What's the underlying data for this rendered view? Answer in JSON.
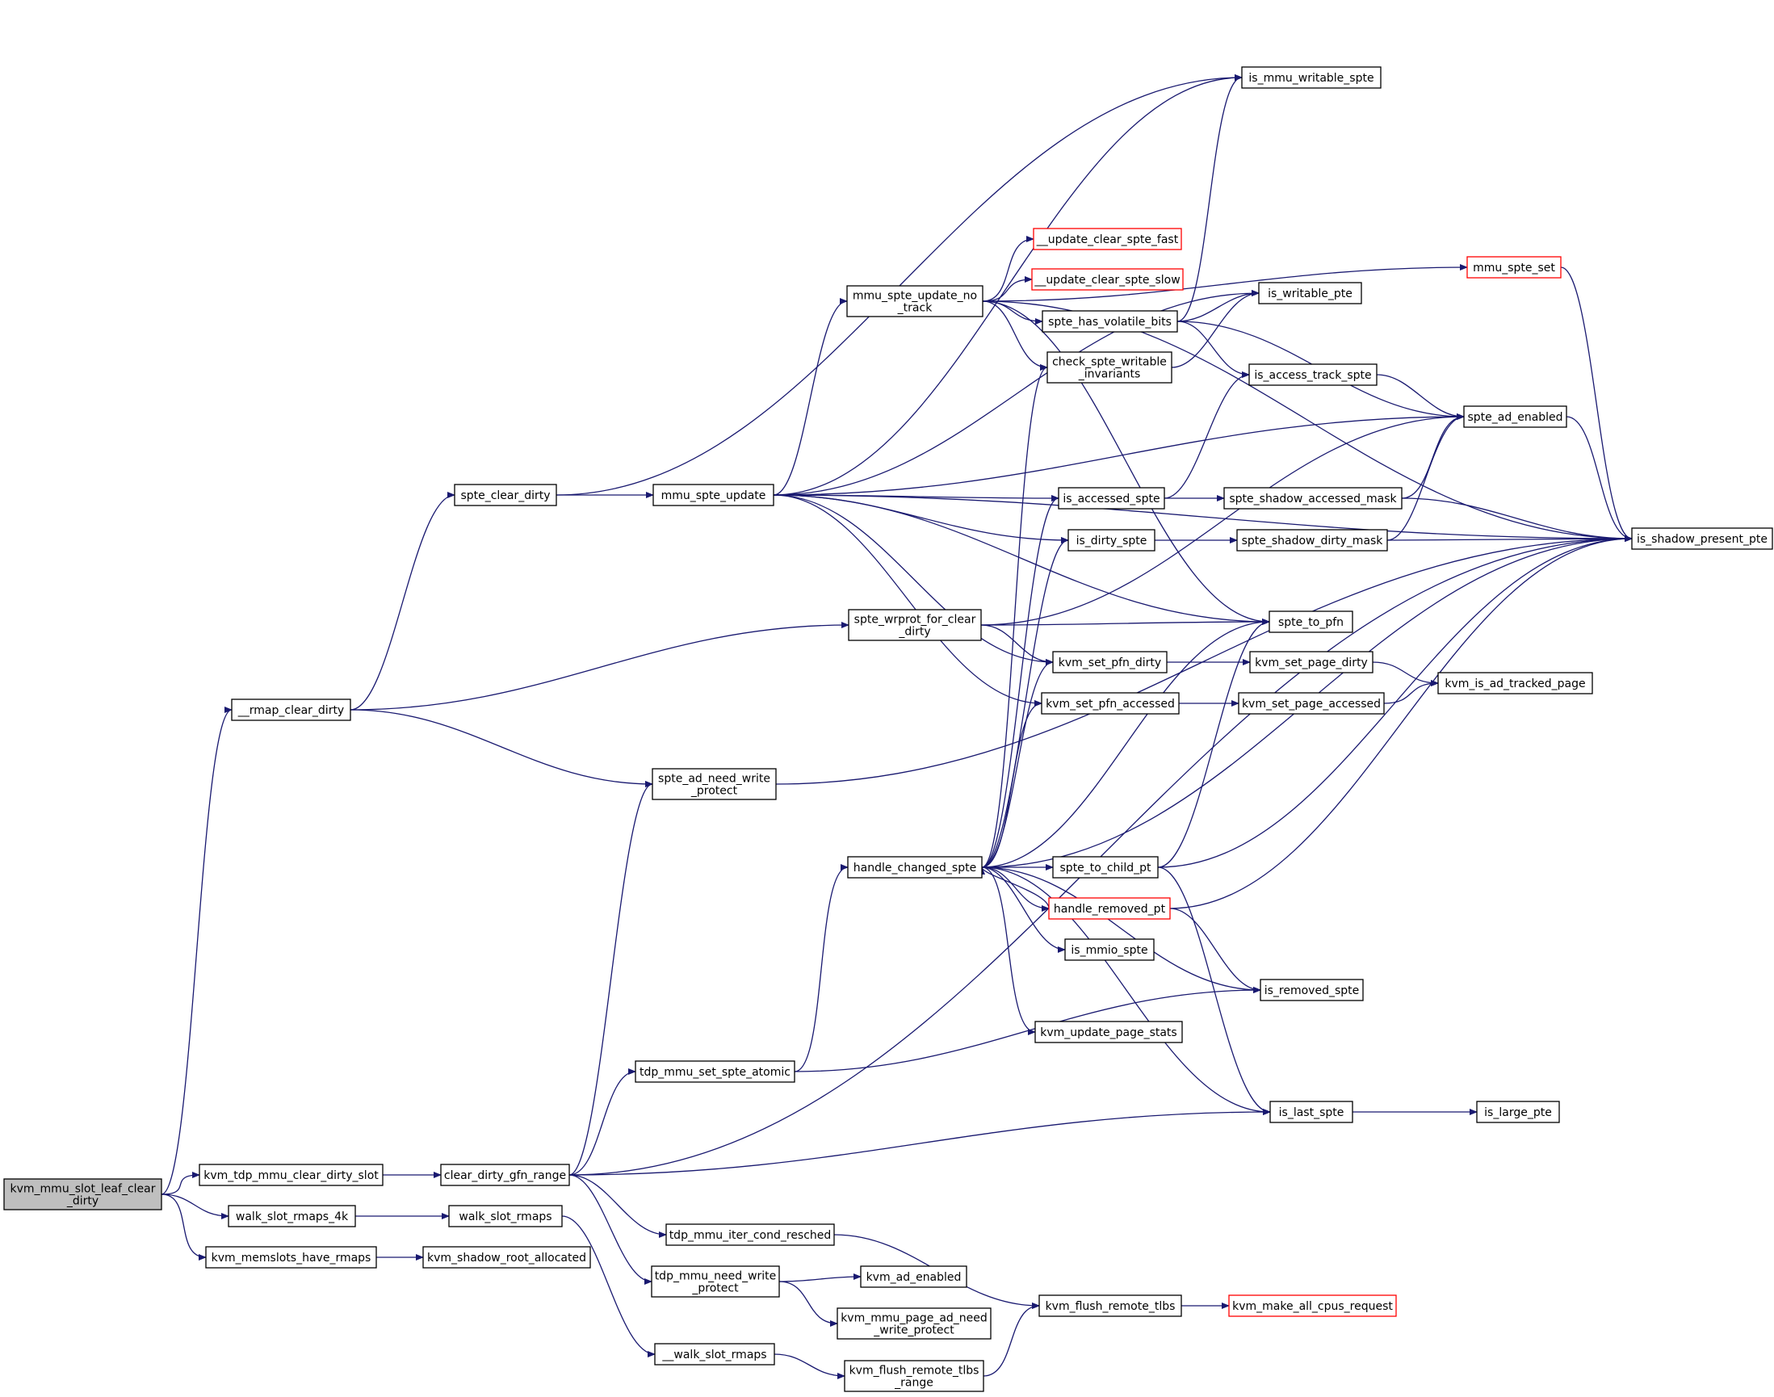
{
  "title": "",
  "colors": {
    "edge": "#191970",
    "node_border": "#000000",
    "truncated_border": "#ff0000",
    "root_fill": "#bfbfbf",
    "node_fill": "#ffffff"
  },
  "nodes": [
    {
      "id": "root",
      "lines": [
        "kvm_mmu_slot_leaf_clear",
        "_dirty"
      ],
      "root": true
    },
    {
      "id": "rmap_clear_dirty",
      "lines": [
        "__rmap_clear_dirty"
      ]
    },
    {
      "id": "kvm_tdp_mmu_clear_dirty_slot",
      "lines": [
        "kvm_tdp_mmu_clear_dirty_slot"
      ]
    },
    {
      "id": "walk_slot_rmaps_4k",
      "lines": [
        "walk_slot_rmaps_4k"
      ]
    },
    {
      "id": "kvm_memslots_have_rmaps",
      "lines": [
        "kvm_memslots_have_rmaps"
      ]
    },
    {
      "id": "spte_clear_dirty",
      "lines": [
        "spte_clear_dirty"
      ]
    },
    {
      "id": "clear_dirty_gfn_range",
      "lines": [
        "clear_dirty_gfn_range"
      ]
    },
    {
      "id": "walk_slot_rmaps",
      "lines": [
        "walk_slot_rmaps"
      ]
    },
    {
      "id": "kvm_shadow_root_allocated",
      "lines": [
        "kvm_shadow_root_allocated"
      ]
    },
    {
      "id": "mmu_spte_update",
      "lines": [
        "mmu_spte_update"
      ]
    },
    {
      "id": "spte_ad_need_write_protect",
      "lines": [
        "spte_ad_need_write",
        "_protect"
      ]
    },
    {
      "id": "tdp_mmu_set_spte_atomic",
      "lines": [
        "tdp_mmu_set_spte_atomic"
      ]
    },
    {
      "id": "tdp_mmu_iter_cond_resched",
      "lines": [
        "tdp_mmu_iter_cond_resched"
      ]
    },
    {
      "id": "tdp_mmu_need_write_protect",
      "lines": [
        "tdp_mmu_need_write",
        "_protect"
      ]
    },
    {
      "id": "walk_slot_rmaps2",
      "lines": [
        "__walk_slot_rmaps"
      ]
    },
    {
      "id": "mmu_spte_update_no_track",
      "lines": [
        "mmu_spte_update_no",
        "_track"
      ]
    },
    {
      "id": "spte_wrprot_for_clear_dirty",
      "lines": [
        "spte_wrprot_for_clear",
        "_dirty"
      ]
    },
    {
      "id": "handle_changed_spte",
      "lines": [
        "handle_changed_spte"
      ]
    },
    {
      "id": "kvm_ad_enabled",
      "lines": [
        "kvm_ad_enabled"
      ]
    },
    {
      "id": "kvm_mmu_page_ad_need_write_protect",
      "lines": [
        "kvm_mmu_page_ad_need",
        "_write_protect"
      ]
    },
    {
      "id": "kvm_flush_remote_tlbs_range",
      "lines": [
        "kvm_flush_remote_tlbs",
        "_range"
      ]
    },
    {
      "id": "kvm_flush_remote_tlbs",
      "lines": [
        "kvm_flush_remote_tlbs"
      ]
    },
    {
      "id": "update_clear_spte_fast",
      "lines": [
        "__update_clear_spte_fast"
      ],
      "truncated": true
    },
    {
      "id": "update_clear_spte_slow",
      "lines": [
        "__update_clear_spte_slow"
      ],
      "truncated": true
    },
    {
      "id": "spte_has_volatile_bits",
      "lines": [
        "spte_has_volatile_bits"
      ]
    },
    {
      "id": "check_spte_writable_invariants",
      "lines": [
        "check_spte_writable",
        "_invariants"
      ]
    },
    {
      "id": "is_accessed_spte",
      "lines": [
        "is_accessed_spte"
      ]
    },
    {
      "id": "is_dirty_spte",
      "lines": [
        "is_dirty_spte"
      ]
    },
    {
      "id": "kvm_set_pfn_dirty",
      "lines": [
        "kvm_set_pfn_dirty"
      ]
    },
    {
      "id": "kvm_set_pfn_accessed",
      "lines": [
        "kvm_set_pfn_accessed"
      ]
    },
    {
      "id": "spte_to_child_pt",
      "lines": [
        "spte_to_child_pt"
      ]
    },
    {
      "id": "handle_removed_pt",
      "lines": [
        "handle_removed_pt"
      ],
      "truncated": true
    },
    {
      "id": "is_mmio_spte",
      "lines": [
        "is_mmio_spte"
      ]
    },
    {
      "id": "kvm_update_page_stats",
      "lines": [
        "kvm_update_page_stats"
      ]
    },
    {
      "id": "is_mmu_writable_spte",
      "lines": [
        "is_mmu_writable_spte"
      ]
    },
    {
      "id": "is_writable_pte",
      "lines": [
        "is_writable_pte"
      ]
    },
    {
      "id": "is_access_track_spte",
      "lines": [
        "is_access_track_spte"
      ]
    },
    {
      "id": "spte_shadow_accessed_mask",
      "lines": [
        "spte_shadow_accessed_mask"
      ]
    },
    {
      "id": "spte_shadow_dirty_mask",
      "lines": [
        "spte_shadow_dirty_mask"
      ]
    },
    {
      "id": "spte_to_pfn",
      "lines": [
        "spte_to_pfn"
      ]
    },
    {
      "id": "kvm_set_page_dirty",
      "lines": [
        "kvm_set_page_dirty"
      ]
    },
    {
      "id": "kvm_set_page_accessed",
      "lines": [
        "kvm_set_page_accessed"
      ]
    },
    {
      "id": "is_removed_spte",
      "lines": [
        "is_removed_spte"
      ]
    },
    {
      "id": "is_last_spte",
      "lines": [
        "is_last_spte"
      ]
    },
    {
      "id": "kvm_make_all_cpus_request",
      "lines": [
        "kvm_make_all_cpus_request"
      ],
      "truncated": true
    },
    {
      "id": "mmu_spte_set",
      "lines": [
        "mmu_spte_set"
      ],
      "truncated": true
    },
    {
      "id": "spte_ad_enabled",
      "lines": [
        "spte_ad_enabled"
      ]
    },
    {
      "id": "is_shadow_present_pte",
      "lines": [
        "is_shadow_present_pte"
      ]
    },
    {
      "id": "kvm_is_ad_tracked_page",
      "lines": [
        "kvm_is_ad_tracked_page"
      ]
    },
    {
      "id": "is_large_pte",
      "lines": [
        "is_large_pte"
      ]
    }
  ],
  "edges": [
    [
      "root",
      "rmap_clear_dirty"
    ],
    [
      "root",
      "kvm_tdp_mmu_clear_dirty_slot"
    ],
    [
      "root",
      "walk_slot_rmaps_4k"
    ],
    [
      "root",
      "kvm_memslots_have_rmaps"
    ],
    [
      "rmap_clear_dirty",
      "spte_clear_dirty"
    ],
    [
      "rmap_clear_dirty",
      "spte_wrprot_for_clear_dirty"
    ],
    [
      "rmap_clear_dirty",
      "spte_ad_need_write_protect"
    ],
    [
      "kvm_tdp_mmu_clear_dirty_slot",
      "clear_dirty_gfn_range"
    ],
    [
      "walk_slot_rmaps_4k",
      "walk_slot_rmaps"
    ],
    [
      "kvm_memslots_have_rmaps",
      "kvm_shadow_root_allocated"
    ],
    [
      "walk_slot_rmaps",
      "walk_slot_rmaps2"
    ],
    [
      "walk_slot_rmaps2",
      "kvm_flush_remote_tlbs_range"
    ],
    [
      "kvm_flush_remote_tlbs_range",
      "kvm_flush_remote_tlbs"
    ],
    [
      "kvm_flush_remote_tlbs",
      "kvm_make_all_cpus_request"
    ],
    [
      "spte_clear_dirty",
      "mmu_spte_update"
    ],
    [
      "spte_clear_dirty",
      "is_mmu_writable_spte"
    ],
    [
      "clear_dirty_gfn_range",
      "spte_ad_need_write_protect"
    ],
    [
      "clear_dirty_gfn_range",
      "tdp_mmu_set_spte_atomic"
    ],
    [
      "clear_dirty_gfn_range",
      "tdp_mmu_iter_cond_resched"
    ],
    [
      "clear_dirty_gfn_range",
      "tdp_mmu_need_write_protect"
    ],
    [
      "clear_dirty_gfn_range",
      "is_last_spte"
    ],
    [
      "clear_dirty_gfn_range",
      "is_shadow_present_pte"
    ],
    [
      "tdp_mmu_set_spte_atomic",
      "handle_changed_spte"
    ],
    [
      "tdp_mmu_set_spte_atomic",
      "is_removed_spte"
    ],
    [
      "tdp_mmu_iter_cond_resched",
      "kvm_flush_remote_tlbs"
    ],
    [
      "tdp_mmu_need_write_protect",
      "kvm_ad_enabled"
    ],
    [
      "tdp_mmu_need_write_protect",
      "kvm_mmu_page_ad_need_write_protect"
    ],
    [
      "spte_ad_need_write_protect",
      "is_shadow_present_pte"
    ],
    [
      "mmu_spte_update",
      "mmu_spte_update_no_track"
    ],
    [
      "mmu_spte_update",
      "is_accessed_spte"
    ],
    [
      "mmu_spte_update",
      "is_dirty_spte"
    ],
    [
      "mmu_spte_update",
      "spte_to_pfn"
    ],
    [
      "mmu_spte_update",
      "kvm_set_pfn_dirty"
    ],
    [
      "mmu_spte_update",
      "kvm_set_pfn_accessed"
    ],
    [
      "mmu_spte_update",
      "is_mmu_writable_spte"
    ],
    [
      "mmu_spte_update",
      "is_writable_pte"
    ],
    [
      "mmu_spte_update",
      "spte_ad_enabled"
    ],
    [
      "mmu_spte_update",
      "is_shadow_present_pte"
    ],
    [
      "mmu_spte_update_no_track",
      "update_clear_spte_fast"
    ],
    [
      "mmu_spte_update_no_track",
      "update_clear_spte_slow"
    ],
    [
      "mmu_spte_update_no_track",
      "spte_has_volatile_bits"
    ],
    [
      "mmu_spte_update_no_track",
      "check_spte_writable_invariants"
    ],
    [
      "mmu_spte_update_no_track",
      "spte_to_pfn"
    ],
    [
      "mmu_spte_update_no_track",
      "mmu_spte_set"
    ],
    [
      "mmu_spte_update_no_track",
      "is_shadow_present_pte"
    ],
    [
      "spte_has_volatile_bits",
      "is_mmu_writable_spte"
    ],
    [
      "spte_has_volatile_bits",
      "is_writable_pte"
    ],
    [
      "spte_has_volatile_bits",
      "is_access_track_spte"
    ],
    [
      "spte_has_volatile_bits",
      "spte_ad_enabled"
    ],
    [
      "check_spte_writable_invariants",
      "is_writable_pte"
    ],
    [
      "spte_wrprot_for_clear_dirty",
      "spte_to_pfn"
    ],
    [
      "spte_wrprot_for_clear_dirty",
      "kvm_set_pfn_dirty"
    ],
    [
      "spte_wrprot_for_clear_dirty",
      "spte_ad_enabled"
    ],
    [
      "handle_changed_spte",
      "check_spte_writable_invariants"
    ],
    [
      "handle_changed_spte",
      "is_accessed_spte"
    ],
    [
      "handle_changed_spte",
      "is_dirty_spte"
    ],
    [
      "handle_changed_spte",
      "kvm_set_pfn_dirty"
    ],
    [
      "handle_changed_spte",
      "kvm_set_pfn_accessed"
    ],
    [
      "handle_changed_spte",
      "spte_to_pfn"
    ],
    [
      "handle_changed_spte",
      "spte_to_child_pt"
    ],
    [
      "handle_changed_spte",
      "handle_removed_pt"
    ],
    [
      "handle_changed_spte",
      "is_mmio_spte"
    ],
    [
      "handle_changed_spte",
      "is_removed_spte"
    ],
    [
      "handle_changed_spte",
      "kvm_update_page_stats"
    ],
    [
      "handle_changed_spte",
      "is_last_spte"
    ],
    [
      "handle_changed_spte",
      "is_shadow_present_pte"
    ],
    [
      "handle_removed_pt",
      "handle_changed_spte"
    ],
    [
      "handle_removed_pt",
      "is_removed_spte"
    ],
    [
      "handle_removed_pt",
      "is_shadow_present_pte"
    ],
    [
      "spte_to_child_pt",
      "spte_to_pfn"
    ],
    [
      "spte_to_child_pt",
      "is_last_spte"
    ],
    [
      "spte_to_child_pt",
      "is_shadow_present_pte"
    ],
    [
      "is_accessed_spte",
      "is_access_track_spte"
    ],
    [
      "is_accessed_spte",
      "spte_shadow_accessed_mask"
    ],
    [
      "is_dirty_spte",
      "spte_shadow_dirty_mask"
    ],
    [
      "kvm_set_pfn_dirty",
      "kvm_set_page_dirty"
    ],
    [
      "kvm_set_pfn_accessed",
      "kvm_set_page_accessed"
    ],
    [
      "kvm_set_page_dirty",
      "kvm_is_ad_tracked_page"
    ],
    [
      "kvm_set_page_accessed",
      "kvm_is_ad_tracked_page"
    ],
    [
      "is_access_track_spte",
      "spte_ad_enabled"
    ],
    [
      "spte_shadow_accessed_mask",
      "spte_ad_enabled"
    ],
    [
      "spte_shadow_accessed_mask",
      "is_shadow_present_pte"
    ],
    [
      "spte_shadow_dirty_mask",
      "spte_ad_enabled"
    ],
    [
      "spte_shadow_dirty_mask",
      "is_shadow_present_pte"
    ],
    [
      "spte_ad_enabled",
      "is_shadow_present_pte"
    ],
    [
      "mmu_spte_set",
      "is_shadow_present_pte"
    ],
    [
      "is_last_spte",
      "is_large_pte"
    ]
  ]
}
